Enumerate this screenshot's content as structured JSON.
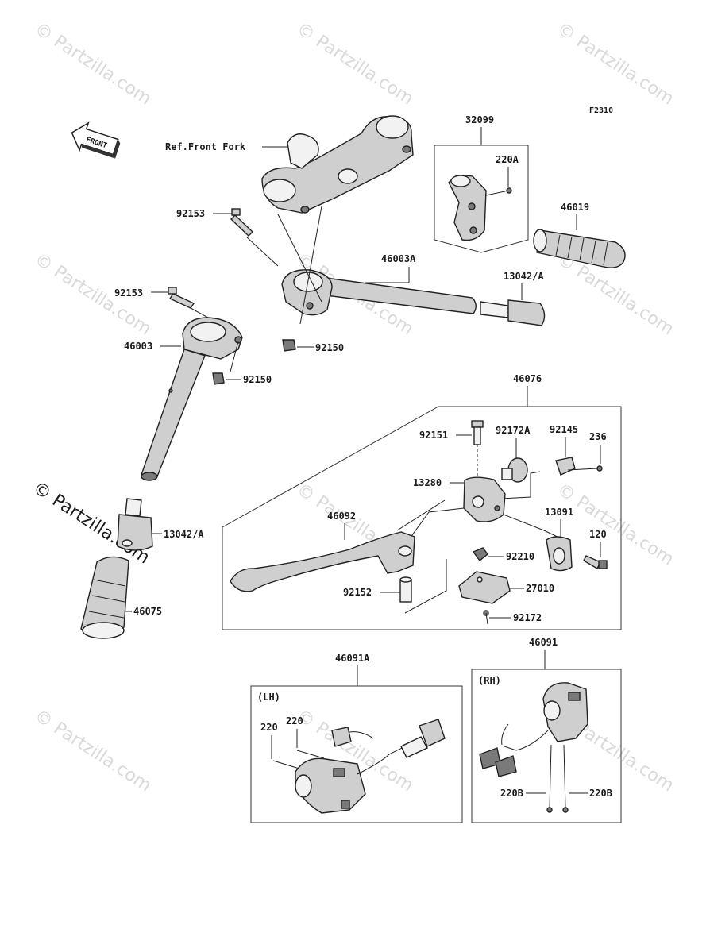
{
  "diagram_code": "F2310",
  "front_arrow_label": "FRONT",
  "ref_label": "Ref.Front Fork",
  "watermark_text": "© Partzilla.com",
  "side_labels": {
    "lh": "(LH)",
    "rh": "(RH)"
  },
  "parts": {
    "p32099": "32099",
    "p220A": "220A",
    "p46019": "46019",
    "p92153a": "92153",
    "p46003A": "46003A",
    "p13042A_right": "13042/A",
    "p92153b": "92153",
    "p46003": "46003",
    "p92150a": "92150",
    "p92150b": "92150",
    "p46076": "46076",
    "p92151": "92151",
    "p92172A": "92172A",
    "p92145": "92145",
    "p236": "236",
    "p13280": "13280",
    "p13042A_left": "13042/A",
    "p46092": "46092",
    "p13091": "13091",
    "p120": "120",
    "p92210": "92210",
    "p27010": "27010",
    "p92152": "92152",
    "p92172": "92172",
    "p46075": "46075",
    "p46091A": "46091A",
    "p46091": "46091",
    "p220a": "220",
    "p220b": "220",
    "p220B_left": "220B",
    "p220B_right": "220B"
  }
}
